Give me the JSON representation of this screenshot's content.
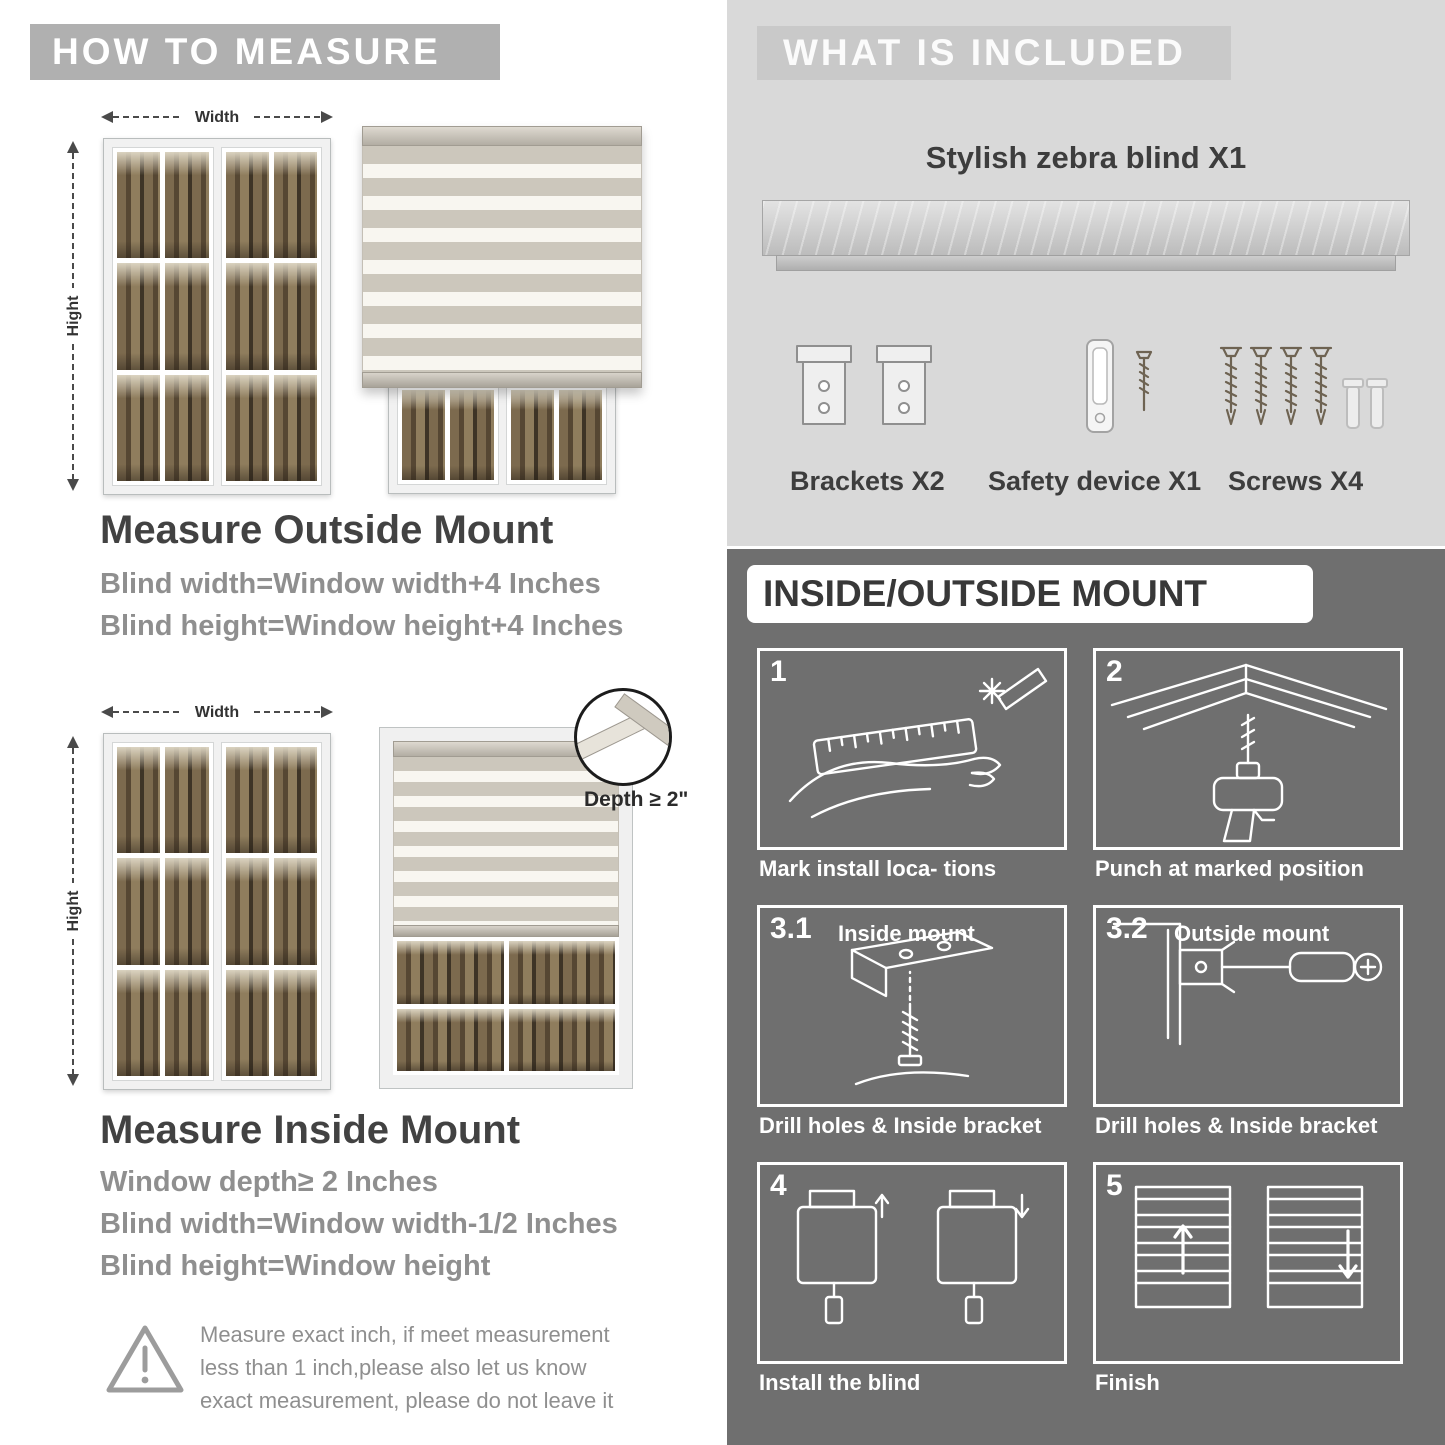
{
  "colors": {
    "badge_gray": "#b0b0b0",
    "panel_light": "#d9d9d9",
    "panel_dark": "#6f6f6f",
    "heading": "#3f3f3f",
    "subtext": "#8f8f8f"
  },
  "measure": {
    "header": "HOW TO MEASURE",
    "width_label": "Width",
    "height_label": "Hight",
    "outside": {
      "title": "Measure Outside Mount",
      "lines": [
        "Blind width=Window width+4 Inches",
        "Blind height=Window height+4 Inches"
      ]
    },
    "inside": {
      "title": "Measure Inside Mount",
      "depth_badge": "Depth ≥ 2\"",
      "lines": [
        "Window depth≥ 2 Inches",
        "Blind width=Window width-1/2 Inches",
        "Blind height=Window height"
      ]
    },
    "warning_text": "Measure exact inch, if meet measurement less than 1 inch,please also let us know exact measurement, please do not leave it"
  },
  "included": {
    "header": "WHAT IS INCLUDED",
    "product_label": "Stylish zebra blind X1",
    "items": [
      {
        "label": "Brackets X2"
      },
      {
        "label": "Safety device X1"
      },
      {
        "label": "Screws X4"
      }
    ]
  },
  "mount": {
    "header": "INSIDE/OUTSIDE MOUNT",
    "steps": [
      {
        "num": "1",
        "label": "",
        "caption": "Mark install loca- tions"
      },
      {
        "num": "2",
        "label": "",
        "caption": "Punch at  marked position"
      },
      {
        "num": "3.1",
        "label": "Inside mount",
        "caption": "Drill holes &  Inside bracket"
      },
      {
        "num": "3.2",
        "label": "Outside mount",
        "caption": "Drill holes &  Inside bracket"
      },
      {
        "num": "4",
        "label": "",
        "caption": "Install the blind"
      },
      {
        "num": "5",
        "label": "",
        "caption": "Finish"
      }
    ]
  }
}
